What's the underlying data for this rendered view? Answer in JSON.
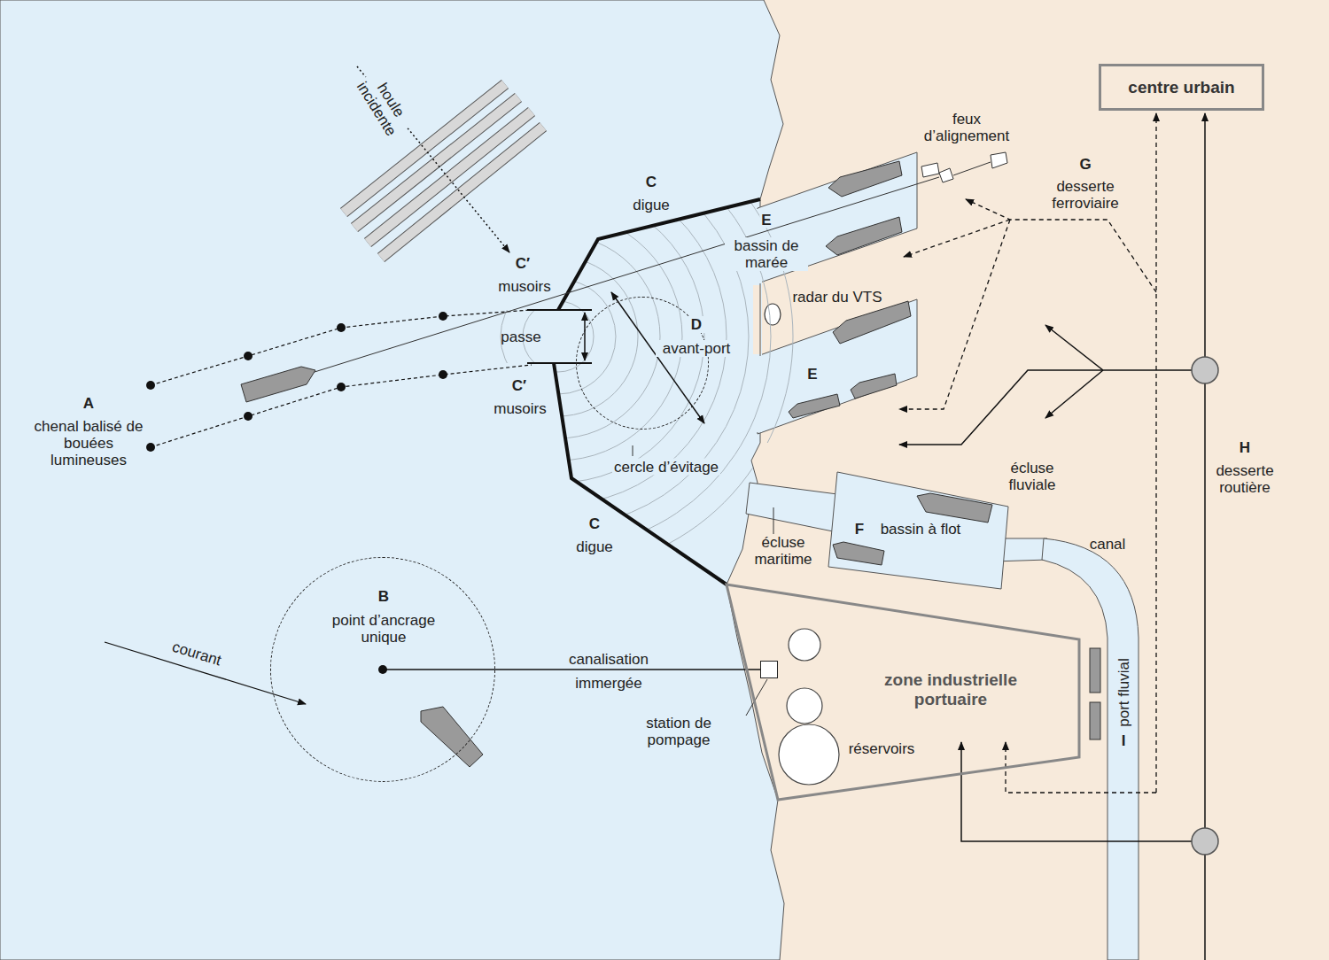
{
  "diagram": {
    "nodes": [
      {
        "text": [
          "centre urbain"
        ]
      },
      {
        "text": [
          "B",
          "point d’ancrage unique"
        ]
      },
      {
        "text": [
          "D",
          "avant-port"
        ]
      },
      {
        "text": [
          "station de pompage"
        ]
      },
      {
        "text": [
          "zone industrielle portuaire",
          "réservoirs"
        ]
      },
      {
        "text": [
          "F",
          "bassin à flot"
        ]
      }
    ],
    "edges": [
      {
        "from": 1,
        "to": 3,
        "arrow": "none"
      }
    ],
    "labels": [
      "houle incidente",
      "C",
      "digue",
      "C′",
      "musoirs",
      "passe",
      "C′",
      "musoirs",
      "C",
      "digue",
      "E",
      "bassin de marée",
      "radar du VTS",
      "E",
      "feux d’alignement",
      "G",
      "desserte ferroviaire",
      "H",
      "desserte routière",
      "A",
      "chenal balisé de bouées lumineuses",
      "courant",
      "canalisation",
      "immergée",
      "cercle d’évitage",
      "écluse maritime",
      "écluse fluviale",
      "canal",
      "I",
      "port fluvial"
    ]
  }
}
